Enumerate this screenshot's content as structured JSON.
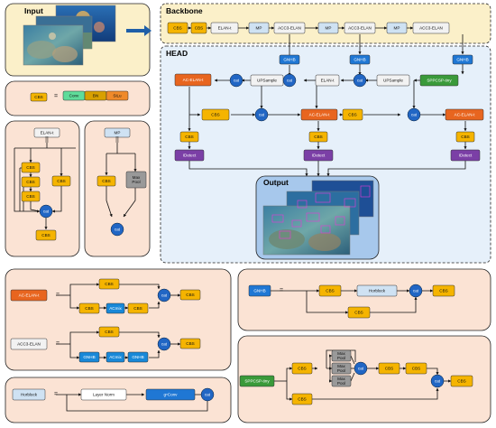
{
  "titles": {
    "input": "Input",
    "backbone": "Backbone",
    "head": "HEAD",
    "output": "Output"
  },
  "equals": "=",
  "parallel": "||",
  "labels": {
    "cbs": "CBS",
    "conv": "Conv",
    "bn": "BN",
    "silu": "SiLu",
    "elan_t": "ELAN-t",
    "mp": "MP",
    "acc3_elan": "ACC3-ELAN",
    "gnhb": "GNHB",
    "upsample": "UPSample",
    "sppcsp_tiny": "SPPCSP-tiny",
    "ac_elan_t": "AC-ELAN-t",
    "cat": "cat",
    "idetect": "IDetect",
    "max_pool": "Max\nPool",
    "acmix": "ACmix",
    "horblock": "Horblock",
    "hor_block": "Horblock",
    "layer_norm": "Layer Norm",
    "gnconv": "gⁿConv"
  },
  "colors": {
    "cbs": "#f5b400",
    "conv": "#5fdc9a",
    "bn": "#d8a000",
    "silu": "#f08a2a",
    "elan_t": "#f2f2f2",
    "mp": "#cfe2f3",
    "gnhb": "#1f77d4",
    "sppcsp": "#3a9a3a",
    "ac_elan": "#e8651f",
    "idetect": "#7b3fa6",
    "cat": "#2166c4",
    "acmix": "#1888d8",
    "pool": "#999999",
    "layer_norm": "#ffffff",
    "gnconv": "#1f77d4",
    "panel_orange": "#fbe3d4",
    "panel_yellow": "#fbf0c9",
    "panel_head": "#e6f0fa",
    "panel_output": "#a7c8ec"
  }
}
